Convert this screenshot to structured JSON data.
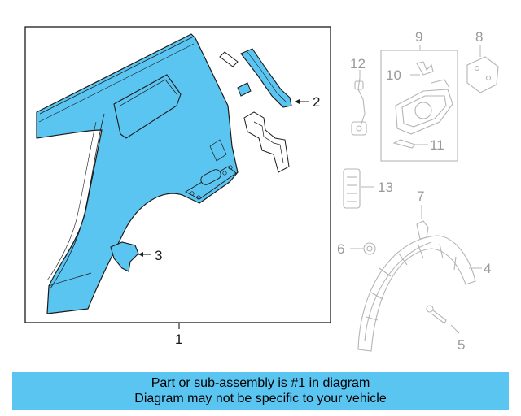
{
  "diagram": {
    "callouts": {
      "c1": "1",
      "c2": "2",
      "c3": "3",
      "c4": "4",
      "c5": "5",
      "c6": "6",
      "c7": "7",
      "c8": "8",
      "c9": "9",
      "c10": "10",
      "c11": "11",
      "c12": "12",
      "c13": "13"
    },
    "colors": {
      "highlight": "#5bc5f2",
      "outline_dark": "#1a1a1a",
      "outline_light": "#b5b5b5",
      "banner": "#5bc5f2"
    }
  },
  "banner": {
    "line1": "Part or sub-assembly is #1 in diagram",
    "line2": "Diagram may not be specific to your vehicle"
  }
}
